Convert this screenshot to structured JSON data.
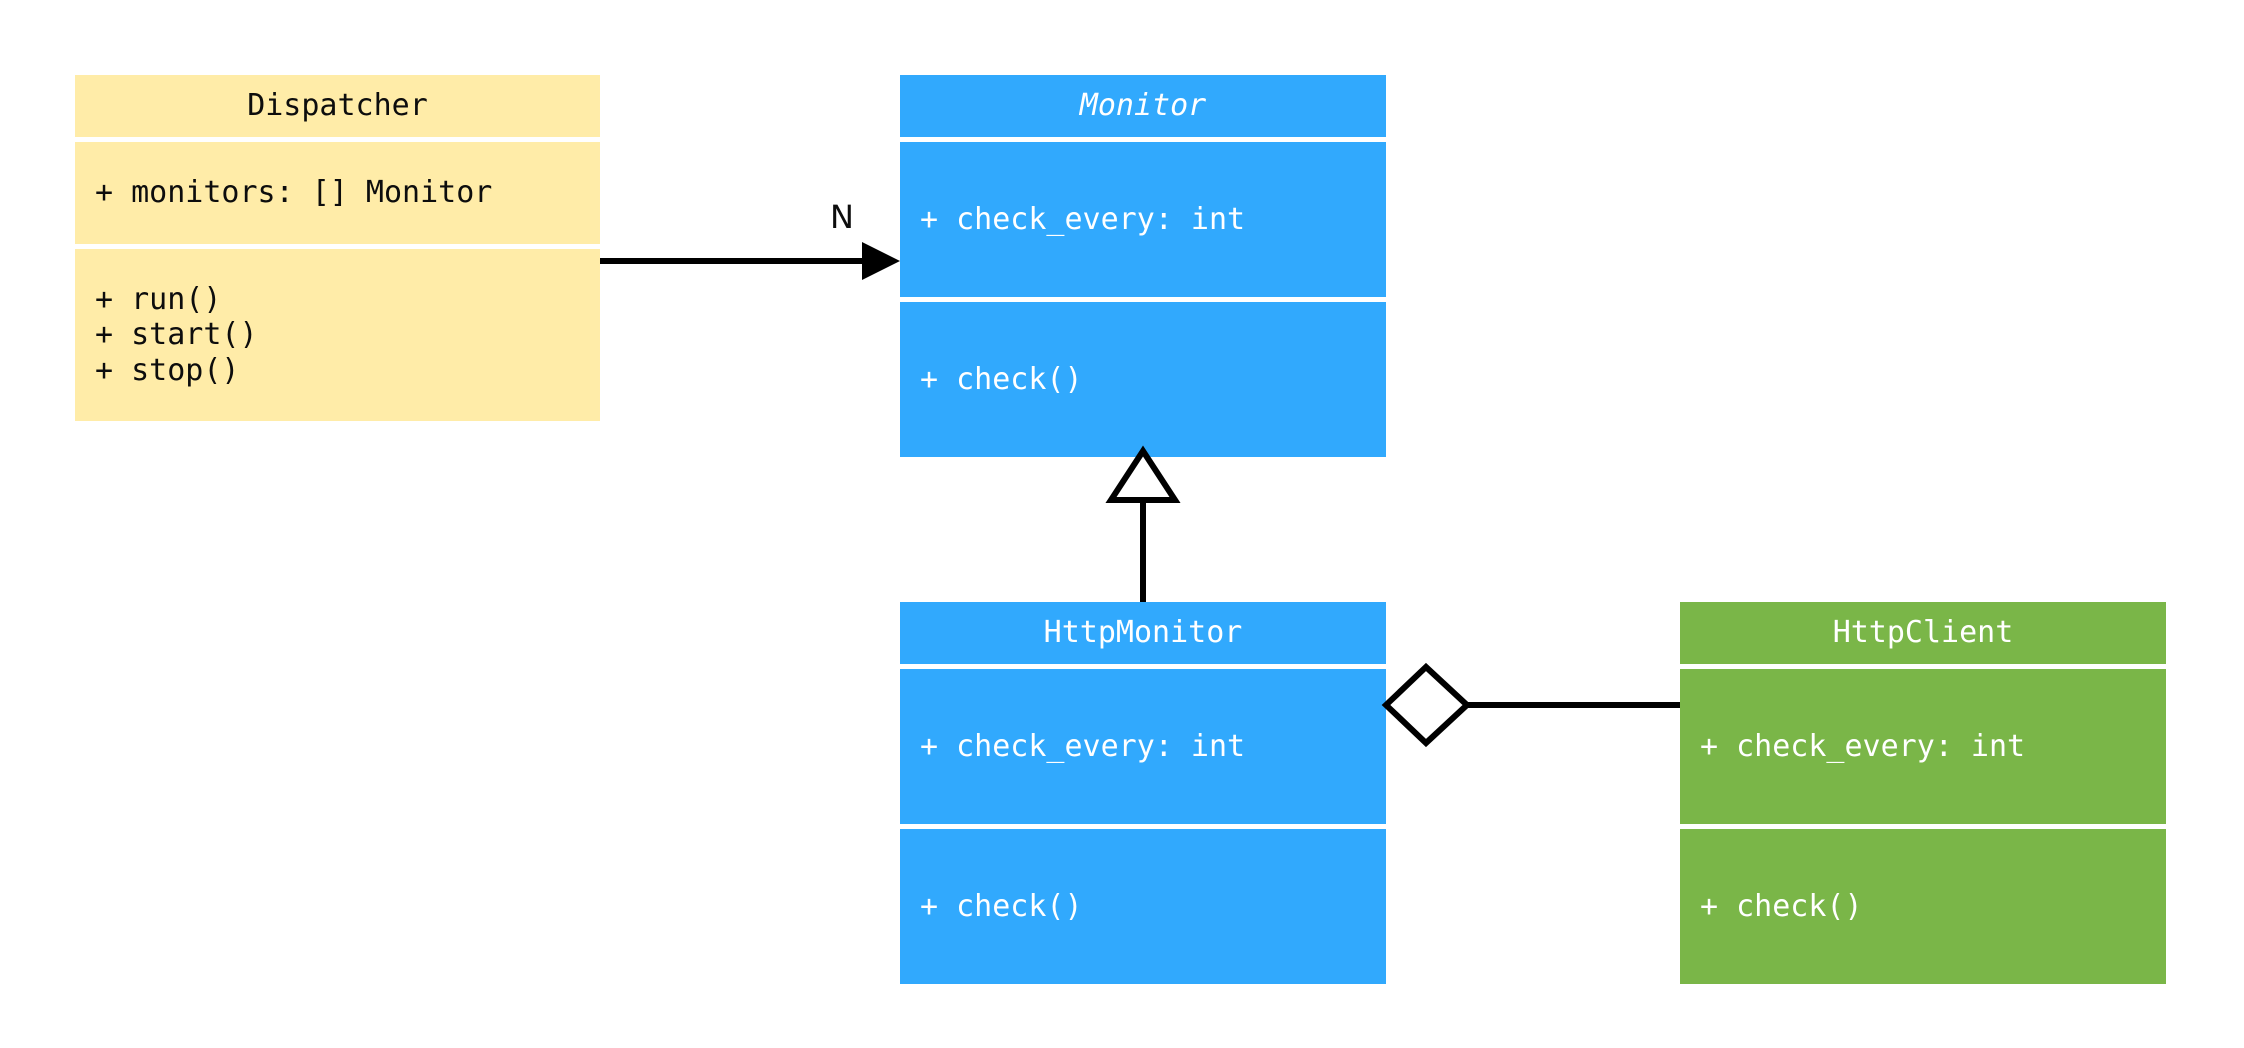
{
  "diagram": {
    "kind": "uml-class-diagram",
    "background": "#ffffff",
    "palette": {
      "yellow": "#ffeca8",
      "blue": "#31a9fd",
      "green": "#7ab648",
      "line": "#000000",
      "dark_text": "#0d0d0d",
      "light_text": "#ffffff"
    }
  },
  "classes": {
    "dispatcher": {
      "name": "Dispatcher",
      "abstract": false,
      "color": "#ffeca8",
      "attributes": [
        "+ monitors: [] Monitor"
      ],
      "methods": [
        "+ run()",
        "+ start()",
        "+ stop()"
      ]
    },
    "monitor": {
      "name": "Monitor",
      "abstract": true,
      "color": "#31a9fd",
      "attributes": [
        "+ check_every: int"
      ],
      "methods": [
        "+ check()"
      ]
    },
    "http_monitor": {
      "name": "HttpMonitor",
      "abstract": false,
      "color": "#31a9fd",
      "attributes": [
        "+ check_every: int"
      ],
      "methods": [
        "+ check()"
      ]
    },
    "http_client": {
      "name": "HttpClient",
      "abstract": false,
      "color": "#7ab648",
      "attributes": [
        "+ check_every: int"
      ],
      "methods": [
        "+ check()"
      ]
    }
  },
  "relationships": [
    {
      "id": "dispatcher-to-monitor",
      "type": "association",
      "from": "Dispatcher",
      "to": "Monitor",
      "multiplicity_label": "N",
      "arrow_head": "filled-arrow"
    },
    {
      "id": "httpmonitor-inherits-monitor",
      "type": "generalization",
      "from": "HttpMonitor",
      "to": "Monitor",
      "multiplicity_label": "",
      "arrow_head": "hollow-triangle"
    },
    {
      "id": "httpmonitor-aggregates-httpclient",
      "type": "aggregation",
      "from": "HttpMonitor",
      "to": "HttpClient",
      "multiplicity_label": "",
      "arrow_head": "hollow-diamond"
    }
  ]
}
